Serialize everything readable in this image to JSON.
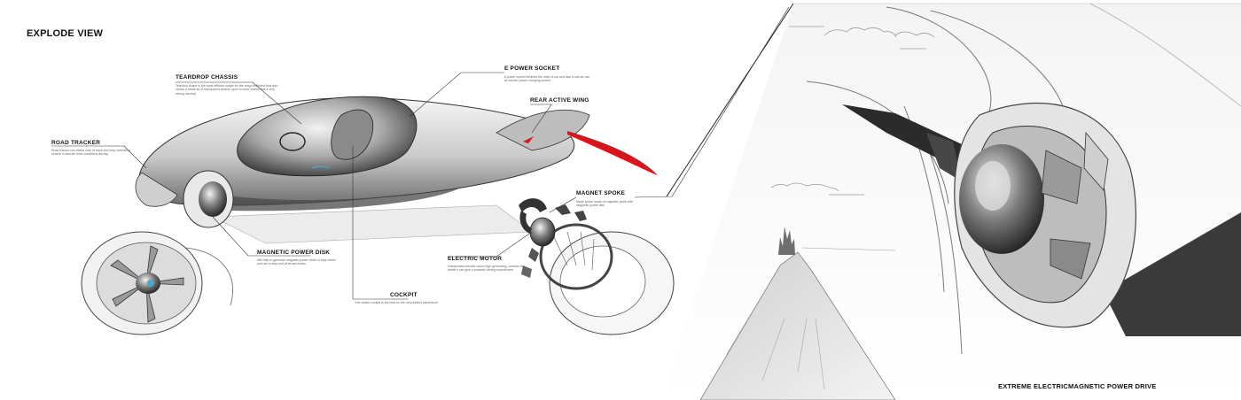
{
  "title": "EXPLODE VIEW",
  "callouts": {
    "teardrop_chassis": {
      "label": "TEARDROP CHASSIS",
      "desc": "Teardrop shape is the most efficient shape for the drag coefficient that also shows a break as of transparent section upon a mode makes that a very strong concept"
    },
    "e_power_socket": {
      "label": "E POWER SOCKET",
      "desc": "A power socket behinds the drive of car and also it can be use as electric power charging socket"
    },
    "rear_active_wing": {
      "label": "REAR ACTIVE WING"
    },
    "road_tracker": {
      "label": "ROAD TRACKER",
      "desc": "Road tracker can detect road of track and help controlling vehicle in smooth drive conditions driving"
    },
    "magnet_spoke": {
      "label": "MAGNET SPOKE",
      "desc": "Made spoke made of magnetic parts with magnetic power disk"
    },
    "magnetic_power_disk": {
      "label": "MAGNETIC POWER DISK",
      "desc": "Will help to generate magnetic power which is help wheel and car to stay and at terrain tracks"
    },
    "electric_motor": {
      "label": "ELECTRIC MOTOR",
      "desc": "Independent electric motor high generating, controls the wheel it can give a powerful driving experiences"
    },
    "cockpit": {
      "label": "COCKPIT",
      "desc": "One seater cockpit is the best for the very thrilled experience"
    }
  },
  "caption": "EXTREME ELECTRICMAGNETIC POWER DRIVE",
  "colors": {
    "ink": "#111111",
    "accent_red": "#d8141c",
    "panel_shade": "#d9d9d9",
    "dark_metal": "#3a3a3a"
  }
}
